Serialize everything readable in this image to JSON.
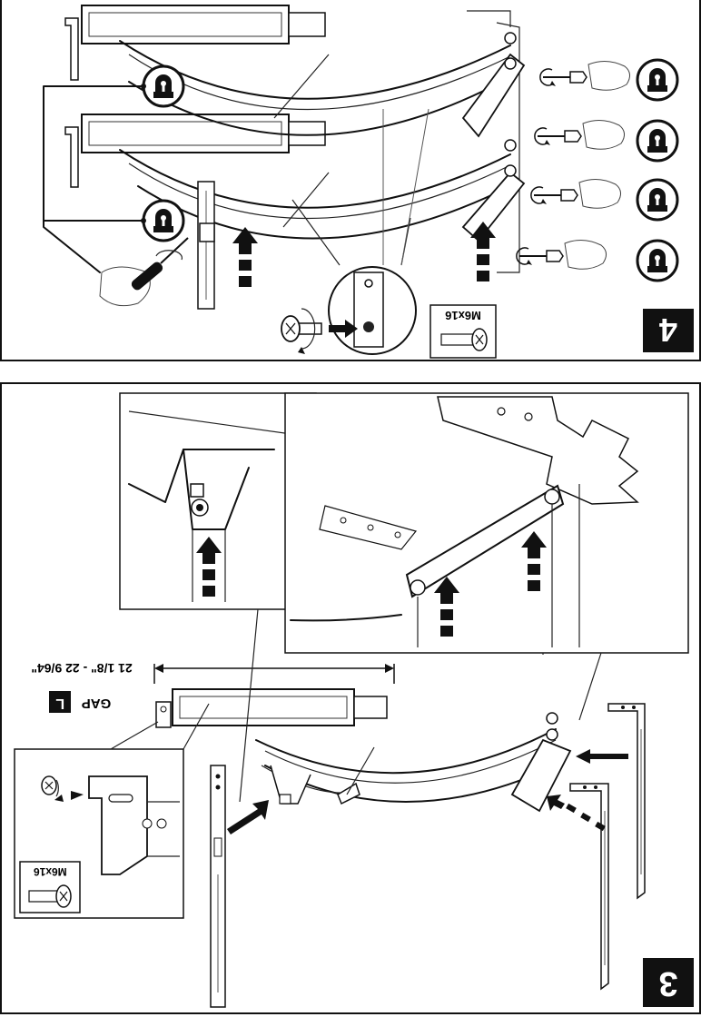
{
  "step4": {
    "number": "4",
    "screw_label": "M6x16"
  },
  "step3": {
    "number": "3",
    "screw_label": "M6x16",
    "gap_word": "GAP",
    "gap_letter": "L",
    "gap_measurement": "21 1/8\" - 22 9/64\""
  },
  "icons": [
    "wall-anchor-icon",
    "arrow-up-icon",
    "rotate-icon",
    "screwdriver-icon",
    "screw-icon",
    "phillips-head-icon"
  ]
}
